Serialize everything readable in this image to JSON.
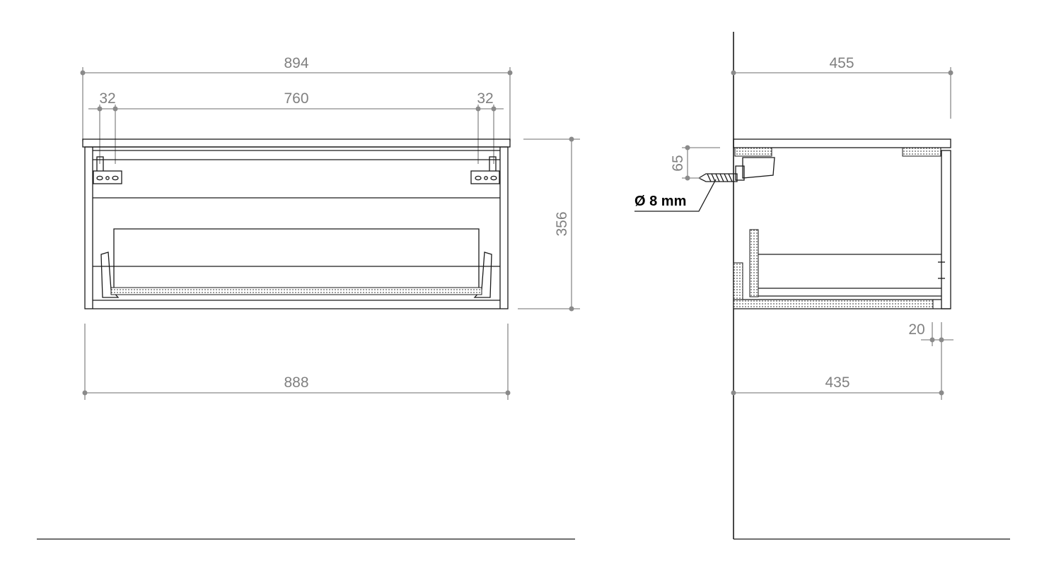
{
  "front_view": {
    "overall_width": "894",
    "left_offset": "32",
    "hole_spacing": "760",
    "right_offset": "32",
    "height": "356",
    "bottom_width": "888"
  },
  "side_view": {
    "depth": "455",
    "mount_height": "65",
    "drill_diameter": "Ø 8 mm",
    "gap": "20",
    "inner_depth": "435"
  },
  "colors": {
    "dimension": "#808080",
    "outline": "#1a1a1a",
    "background": "#ffffff"
  }
}
